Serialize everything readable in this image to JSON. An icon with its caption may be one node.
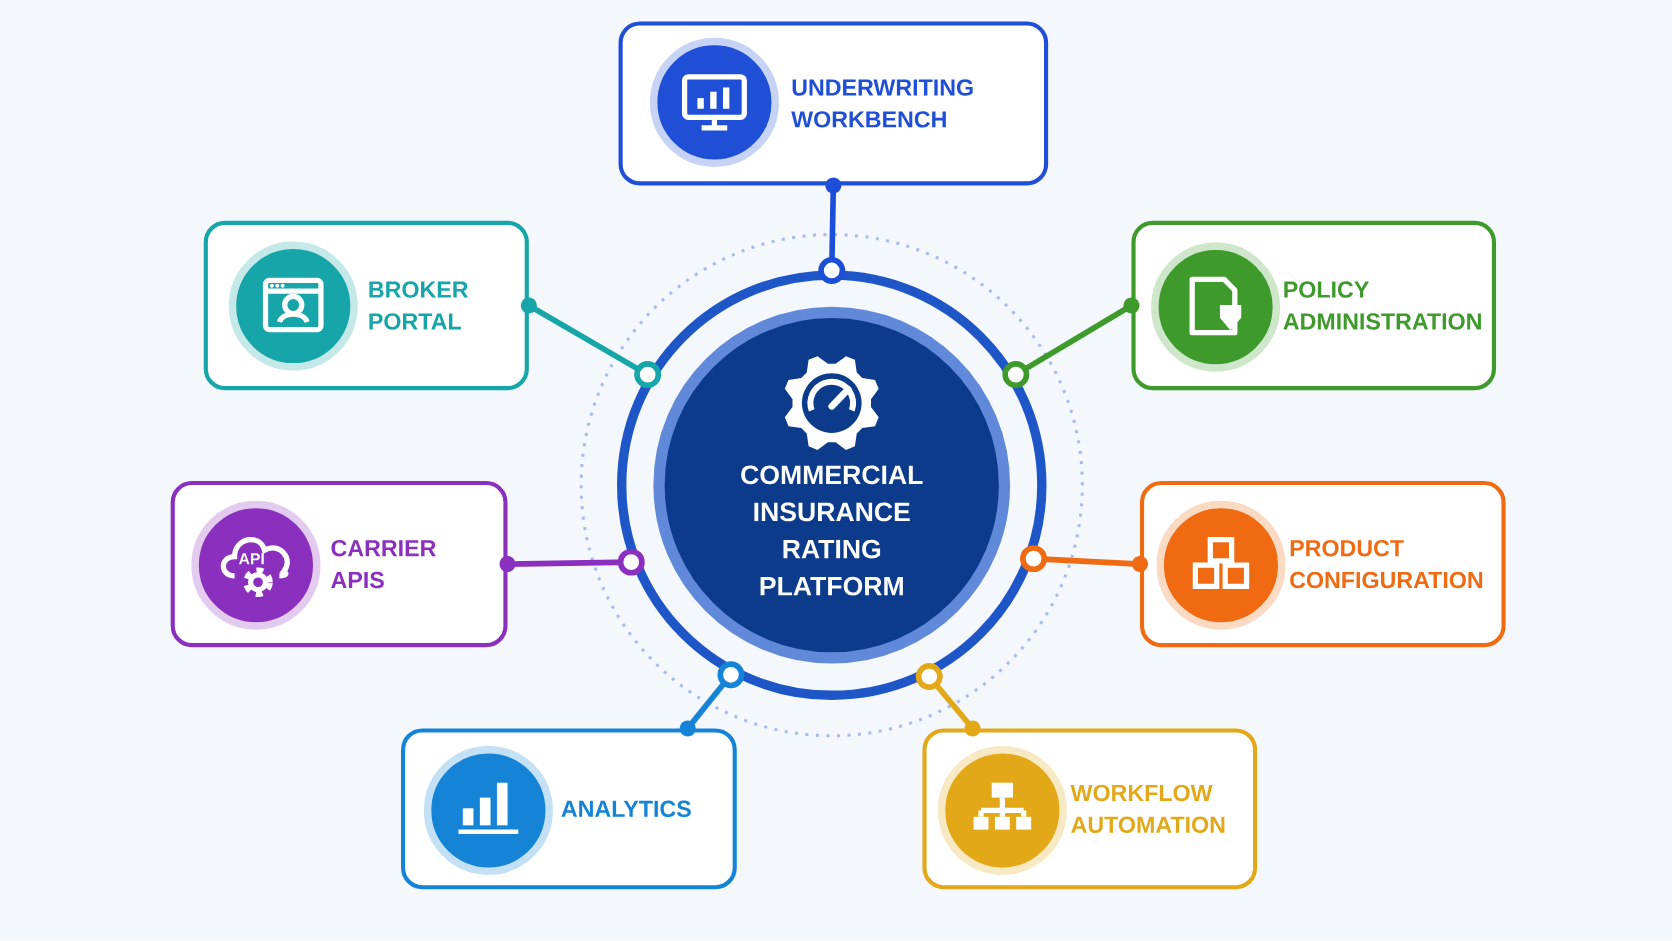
{
  "diagram": {
    "nodes": [
      {
        "text": [
          "COMMERCIAL INSURANCE RATING PLATFORM"
        ]
      },
      {
        "text": [
          "UNDERWRITING WORKBENCH"
        ]
      },
      {
        "text": [
          "BROKER PORTAL"
        ]
      },
      {
        "text": [
          "POLICY ADMINISTRATION"
        ]
      },
      {
        "text": [
          "CARRIER APIS"
        ]
      },
      {
        "text": [
          "PRODUCT CONFIGURATION"
        ]
      },
      {
        "text": [
          "ANALYTICS"
        ]
      },
      {
        "text": [
          "WORKFLOW AUTOMATION"
        ]
      }
    ],
    "edges": [
      {
        "from": 0,
        "to": 1,
        "arrow": "other",
        "color": "#1d4ed8"
      },
      {
        "from": 0,
        "to": 2,
        "arrow": "other",
        "color": "#16a5a8"
      },
      {
        "from": 0,
        "to": 3,
        "arrow": "other",
        "color": "#3d9a2b"
      },
      {
        "from": 0,
        "to": 4,
        "arrow": "other",
        "color": "#8a2fbe"
      },
      {
        "from": 0,
        "to": 5,
        "arrow": "other",
        "color": "#f06a12"
      },
      {
        "from": 0,
        "to": 6,
        "arrow": "other",
        "color": "#1583d6"
      },
      {
        "from": 0,
        "to": 7,
        "arrow": "other",
        "color": "#e2a818"
      }
    ],
    "labels": [
      "API"
    ]
  }
}
